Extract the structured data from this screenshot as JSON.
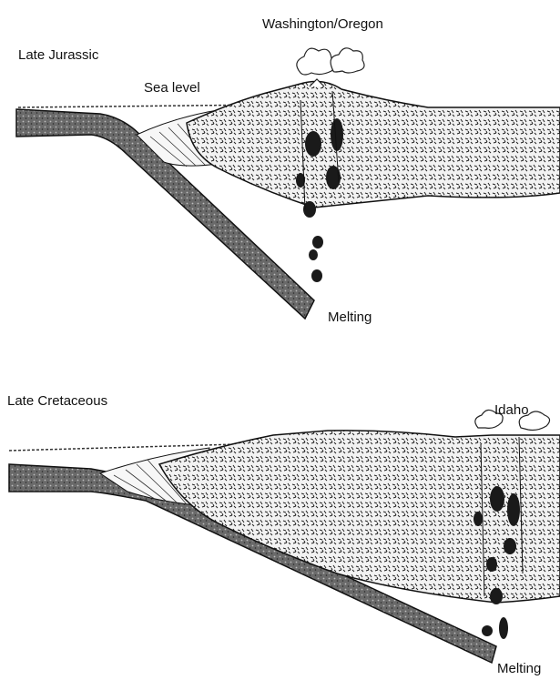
{
  "top_panel": {
    "era_label": "Late Jurassic",
    "sea_level_label": "Sea level",
    "location_label": "Washington/Oregon",
    "melting_label": "Melting"
  },
  "bottom_panel": {
    "era_label": "Late Cretaceous",
    "location_label": "Idaho",
    "melting_label": "Melting"
  },
  "colors": {
    "ink": "#111111",
    "crust_fill": "#d9d9d9",
    "slab_fill": "#555555",
    "magma": "#1a1a1a"
  }
}
